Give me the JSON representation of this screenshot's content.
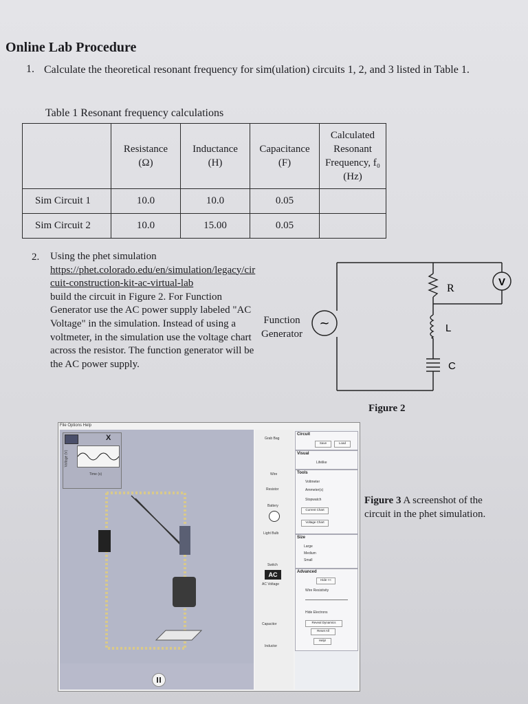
{
  "title": "Online Lab Procedure",
  "step1": {
    "number": "1.",
    "text": "Calculate the theoretical resonant frequency for sim(ulation) circuits 1, 2, and 3 listed in Table 1."
  },
  "table": {
    "caption": "Table 1 Resonant frequency calculations",
    "headers": [
      "",
      "Resistance\n(Ω)",
      "Inductance\n(H)",
      "Capacitance\n(F)",
      "Calculated\nResonant\nFrequency, f₀\n(Hz)"
    ],
    "rows": [
      [
        "Sim Circuit 1",
        "10.0",
        "10.0",
        "0.05",
        ""
      ],
      [
        "Sim  Circuit 2",
        "10.0",
        "15.00",
        "0.05",
        ""
      ]
    ]
  },
  "step2": {
    "number": "2.",
    "intro": "Using the phet simulation",
    "url": "https://phet.colorado.edu/en/simulation/legacy/circuit-construction-kit-ac-virtual-lab",
    "body": "build the circuit in Figure 2. For Function Generator use the AC power supply labeled \"AC Voltage\" in the simulation.  Instead of using a voltmeter, in the simulation use the voltage chart across the resistor.  The function generator will be the AC power supply."
  },
  "figure2": {
    "function_generator_label": "Function Generator",
    "source_symbol": "~",
    "resistor_label": "R",
    "inductor_label": "L",
    "capacitor_label": "C",
    "meter_label": "V",
    "caption": "Figure 2"
  },
  "figure3": {
    "caption_bold": "Figure 3",
    "caption_rest": " A screenshot of the circuit in the phet simulation."
  },
  "sim": {
    "menu": "File  Options  Help",
    "close_x": "X",
    "graph_axis": "Voltage (V)",
    "graph_time": "Time (s)",
    "toolbox": [
      "Grab Bag",
      "Wire",
      "Resistor",
      "Battery",
      "Light Bulb",
      "Switch",
      "AC Voltage",
      "Capacitor",
      "Inductor"
    ],
    "ac_badge": "AC",
    "circuit_panel": {
      "title": "Circuit",
      "save": "Save",
      "load": "Load"
    },
    "visual_panel": {
      "title": "Visual",
      "option": "Lifelike"
    },
    "tools_panel": {
      "title": "Tools",
      "items": [
        "Voltmeter",
        "Ammeter(s)",
        "Stopwatch",
        "Current Chart",
        "Voltage Chart"
      ]
    },
    "size_panel": {
      "title": "Size",
      "items": [
        "Large",
        "Medium",
        "Small"
      ]
    },
    "advanced_panel": {
      "title": "Advanced",
      "hide": "Hide <<",
      "wire_resistivity": "Wire Resistivity",
      "buttons": [
        "Hide Electrons",
        "Reveal Dynamics",
        "Reset All",
        "Help!"
      ]
    }
  }
}
